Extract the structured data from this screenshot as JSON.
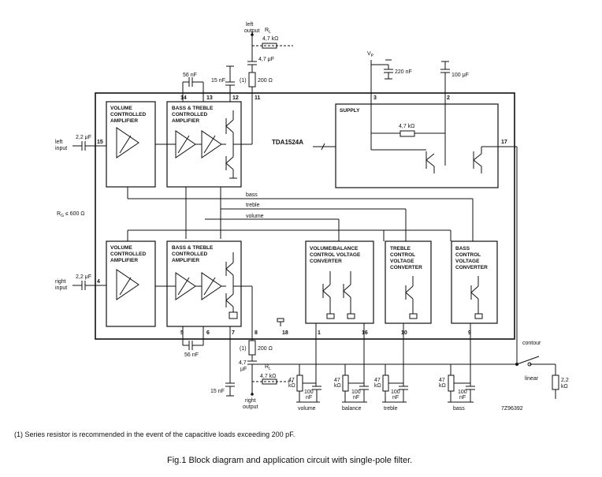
{
  "ic_name": "TDA1524A",
  "blocks": {
    "vca_top": [
      "VOLUME",
      "CONTROLLED",
      "AMPLIFIER"
    ],
    "bt_top": [
      "BASS & TREBLE",
      "CONTROLLED",
      "AMPLIFIER"
    ],
    "supply": "SUPPLY",
    "vca_bot": [
      "VOLUME",
      "CONTROLLED",
      "AMPLIFIER"
    ],
    "bt_bot": [
      "BASS & TREBLE",
      "CONTROLLED",
      "AMPLIFIER"
    ],
    "vb_conv": [
      "VOLUME/BALANCE",
      "CONTROL VOLTAGE",
      "CONVERTER"
    ],
    "treble_conv": [
      "TREBLE",
      "CONTROL",
      "VOLTAGE",
      "CONVERTER"
    ],
    "bass_conv": [
      "BASS",
      "CONTROL",
      "VOLTAGE",
      "CONVERTER"
    ]
  },
  "pins": [
    "15",
    "14",
    "13",
    "12",
    "11",
    "3",
    "2",
    "17",
    "4",
    "5",
    "6",
    "7",
    "8",
    "18",
    "1",
    "16",
    "10",
    "9"
  ],
  "labels": {
    "left_output": [
      "left",
      "output"
    ],
    "right_output": [
      "right",
      "output"
    ],
    "left_input": [
      "left",
      "input"
    ],
    "right_input": [
      "right",
      "input"
    ],
    "rl_top": "R",
    "rl_top_sub": "L",
    "rl_bot": "R",
    "rl_bot_sub": "L",
    "res_top": "4,7 kΩ",
    "res_bot": "4,7 kΩ",
    "cap_out_top": "4,7 μF",
    "cap_out_bot_a": "4,7",
    "cap_out_bot_b": "μF",
    "cap_15nf_top": "15 nF",
    "cap_15nf_bot": "15 nF",
    "series_mark_top": "(1)",
    "series_mark_bot": "(1)",
    "res_200_top": "200 Ω",
    "res_200_bot": "200 Ω",
    "cap_56nf_top": "56 nF",
    "cap_56nf_bot": "56 nF",
    "cap_in_top": "2,2 μF",
    "cap_in_bot": "2,2 μF",
    "vp_main": "V",
    "vp_sub": "P",
    "cap_220": "220 nF",
    "cap_100u": "100 μF",
    "res_supply": "4,7 kΩ",
    "rg": "R",
    "rg_sub": "G",
    "rg_val": " ≤ 600 Ω",
    "bus_bass": "bass",
    "bus_treble": "treble",
    "bus_volume": "volume",
    "contour": "contour",
    "linear": "linear",
    "res_contour_a": "2,2",
    "res_contour_b": "kΩ",
    "pot_val_a": "47",
    "pot_val_b": "kΩ",
    "cap_pot_a": "100",
    "cap_pot_b": "nF",
    "pot_volume": "volume",
    "pot_balance": "balance",
    "pot_treble": "treble",
    "pot_bass": "bass",
    "part_code": "7Z96392"
  },
  "footnote": "(1) Series resistor is recommended in the event of the capacitive loads exceeding 200 pF.",
  "caption": "Fig.1  Block diagram and application circuit with single-pole filter."
}
